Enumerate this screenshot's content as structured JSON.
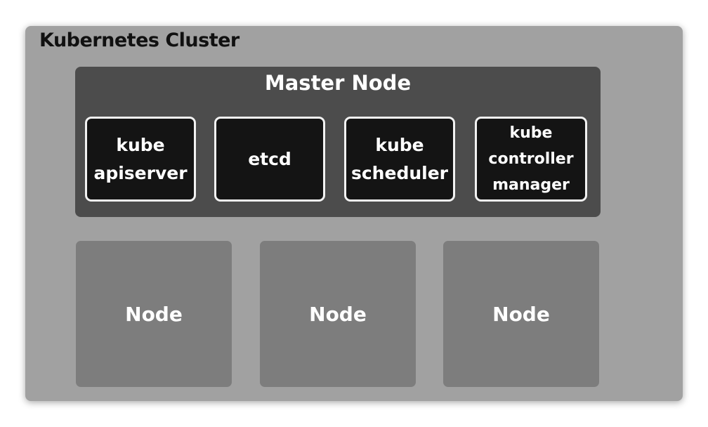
{
  "cluster": {
    "title": "Kubernetes Cluster"
  },
  "master": {
    "title": "Master Node",
    "components": [
      {
        "lines": [
          "kube",
          "apiserver"
        ]
      },
      {
        "lines": [
          "etcd"
        ]
      },
      {
        "lines": [
          "kube",
          "scheduler"
        ]
      },
      {
        "lines": [
          "kube",
          "controller",
          "manager"
        ]
      }
    ]
  },
  "nodes": [
    {
      "label": "Node"
    },
    {
      "label": "Node"
    },
    {
      "label": "Node"
    }
  ]
}
